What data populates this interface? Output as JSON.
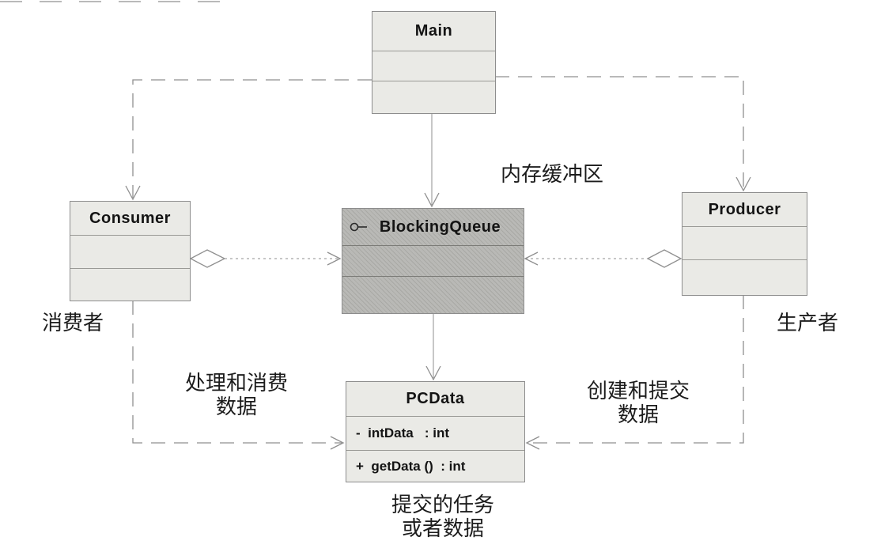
{
  "diagram": {
    "classes": {
      "main": {
        "name": "Main"
      },
      "consumer": {
        "name": "Consumer"
      },
      "blocking_queue": {
        "name": "BlockingQueue"
      },
      "producer": {
        "name": "Producer"
      },
      "pcdata": {
        "name": "PCData",
        "attribute": "-  intData   : int",
        "operation": "+  getData ()  : int"
      }
    },
    "labels": {
      "memory_buffer": "内存缓冲区",
      "consumer_cn": "消费者",
      "producer_cn": "生产者",
      "consume_line1": "处理和消费",
      "consume_line2": "数据",
      "produce_line1": "创建和提交",
      "produce_line2": "数据",
      "task_line1": "提交的任务",
      "task_line2": "或者数据"
    },
    "edges": [
      {
        "from": "Main",
        "to": "Consumer",
        "style": "dashed-dependency-arrow"
      },
      {
        "from": "Main",
        "to": "Producer",
        "style": "dashed-dependency-arrow"
      },
      {
        "from": "Main",
        "to": "BlockingQueue",
        "style": "dependency-arrow"
      },
      {
        "from": "Consumer",
        "to": "BlockingQueue",
        "style": "aggregation-diamond-dotted-arrow"
      },
      {
        "from": "Producer",
        "to": "BlockingQueue",
        "style": "aggregation-diamond-dotted-arrow"
      },
      {
        "from": "BlockingQueue",
        "to": "PCData",
        "style": "dependency-arrow"
      },
      {
        "from": "Consumer",
        "to": "PCData",
        "style": "dashed-dependency-arrow"
      },
      {
        "from": "Producer",
        "to": "PCData",
        "style": "dashed-dependency-arrow"
      }
    ],
    "colors": {
      "box_fill": "#eaeae6",
      "queue_fill": "#b5b5b1",
      "box_border": "#8d8d8d",
      "connector": "#8f8f8f",
      "text": "#141414"
    }
  }
}
